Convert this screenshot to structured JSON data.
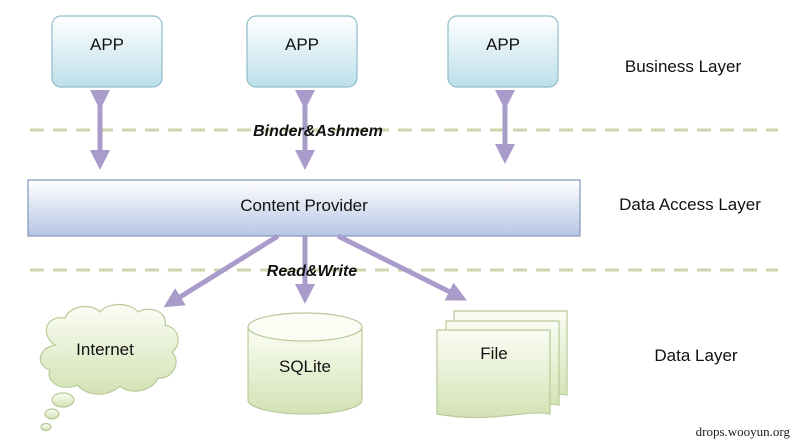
{
  "apps": [
    "APP",
    "APP",
    "APP"
  ],
  "layers": {
    "business": "Business Layer",
    "data_access": "Data Access Layer",
    "data": "Data Layer"
  },
  "content_provider": "Content Provider",
  "ipc_label": "Binder&Ashmem",
  "rw_label": "Read&Write",
  "storage": {
    "internet": "Internet",
    "sqlite": "SQLite",
    "file": "File"
  },
  "watermark": "drops.wooyun.org",
  "colors": {
    "arrow": "#a99ccb",
    "dashed": "#cdd7ad",
    "app_fill": "#c2e1ea",
    "provider_fill": "#b9c9e6",
    "storage_fill": "#d8e5ba"
  }
}
